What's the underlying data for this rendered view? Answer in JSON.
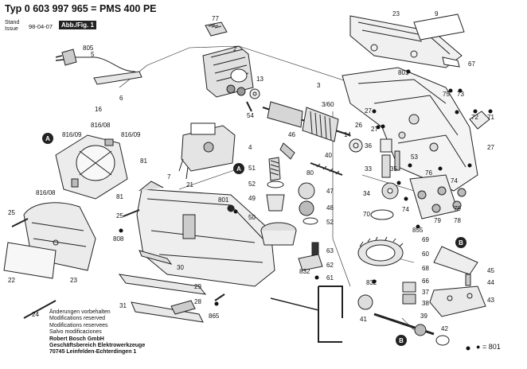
{
  "header": {
    "title": "Typ 0 603 997 965 = PMS 400 PE",
    "stand_line1": "Stand",
    "stand_line2": "Issue",
    "date": "98-04-07",
    "figure_label": "Abb./Fig. 1"
  },
  "notes": [
    "Änderungen vorbehalten",
    "Modifications reserved",
    "Modifications reservees",
    "Salvo modificaciones",
    "Robert Bosch GmbH",
    "Geschäftsbereich Elektrowerkzeuge",
    "70745 Leinfelden-Echterdingen 1"
  ],
  "legend": {
    "symbol": "●",
    "text": "= 801"
  },
  "callouts": {
    "A": "A",
    "B": "B"
  },
  "part_numbers": {
    "p77": "77",
    "p805": "805",
    "p5": "5",
    "p6": "6",
    "p2": "2",
    "p13": "13",
    "p54": "54",
    "p3": "3",
    "p360": "3/60",
    "p23": "23",
    "p9": "9",
    "p67": "67",
    "p16": "16",
    "p816_08a": "816/08",
    "p816_09a": "816/09",
    "p81a": "81",
    "p816_09b": "816/09",
    "p816_08b": "816/08",
    "p81b": "81",
    "p4": "4",
    "p7": "7",
    "p21": "21",
    "p46": "46",
    "p40": "40",
    "p80": "80",
    "p51": "51",
    "p52a": "52",
    "p49": "49",
    "p50": "50",
    "p47": "47",
    "p48": "48",
    "p52b": "52",
    "p25a": "25",
    "p25b": "25",
    "p808": "808",
    "p801": "801",
    "p22": "22",
    "p24": "24",
    "p30": "30",
    "p29": "29",
    "p31": "31",
    "p28": "28",
    "p26": "26",
    "p27a": "27",
    "p27b": "27",
    "p14": "14",
    "p36": "36",
    "p33": "33",
    "p53": "53",
    "p35": "35",
    "p72": "72",
    "p71": "71",
    "p73": "73",
    "p75": "75",
    "p76": "76",
    "p74a": "74",
    "p34": "34",
    "p70": "70",
    "p74b": "74",
    "p79a": "79",
    "p79b": "79",
    "p78": "78",
    "p855": "855",
    "p69": "69",
    "p60": "60",
    "p832a": "832",
    "p68": "68",
    "p66": "66",
    "p37": "37",
    "p38": "38",
    "p41": "41",
    "p39": "39",
    "p42": "42",
    "p832b": "832",
    "p63": "63",
    "p62": "62",
    "p61": "61",
    "p865": "865",
    "p45": "45",
    "p44": "44",
    "p43": "43",
    "p801b": "801",
    "p27c": "27"
  }
}
